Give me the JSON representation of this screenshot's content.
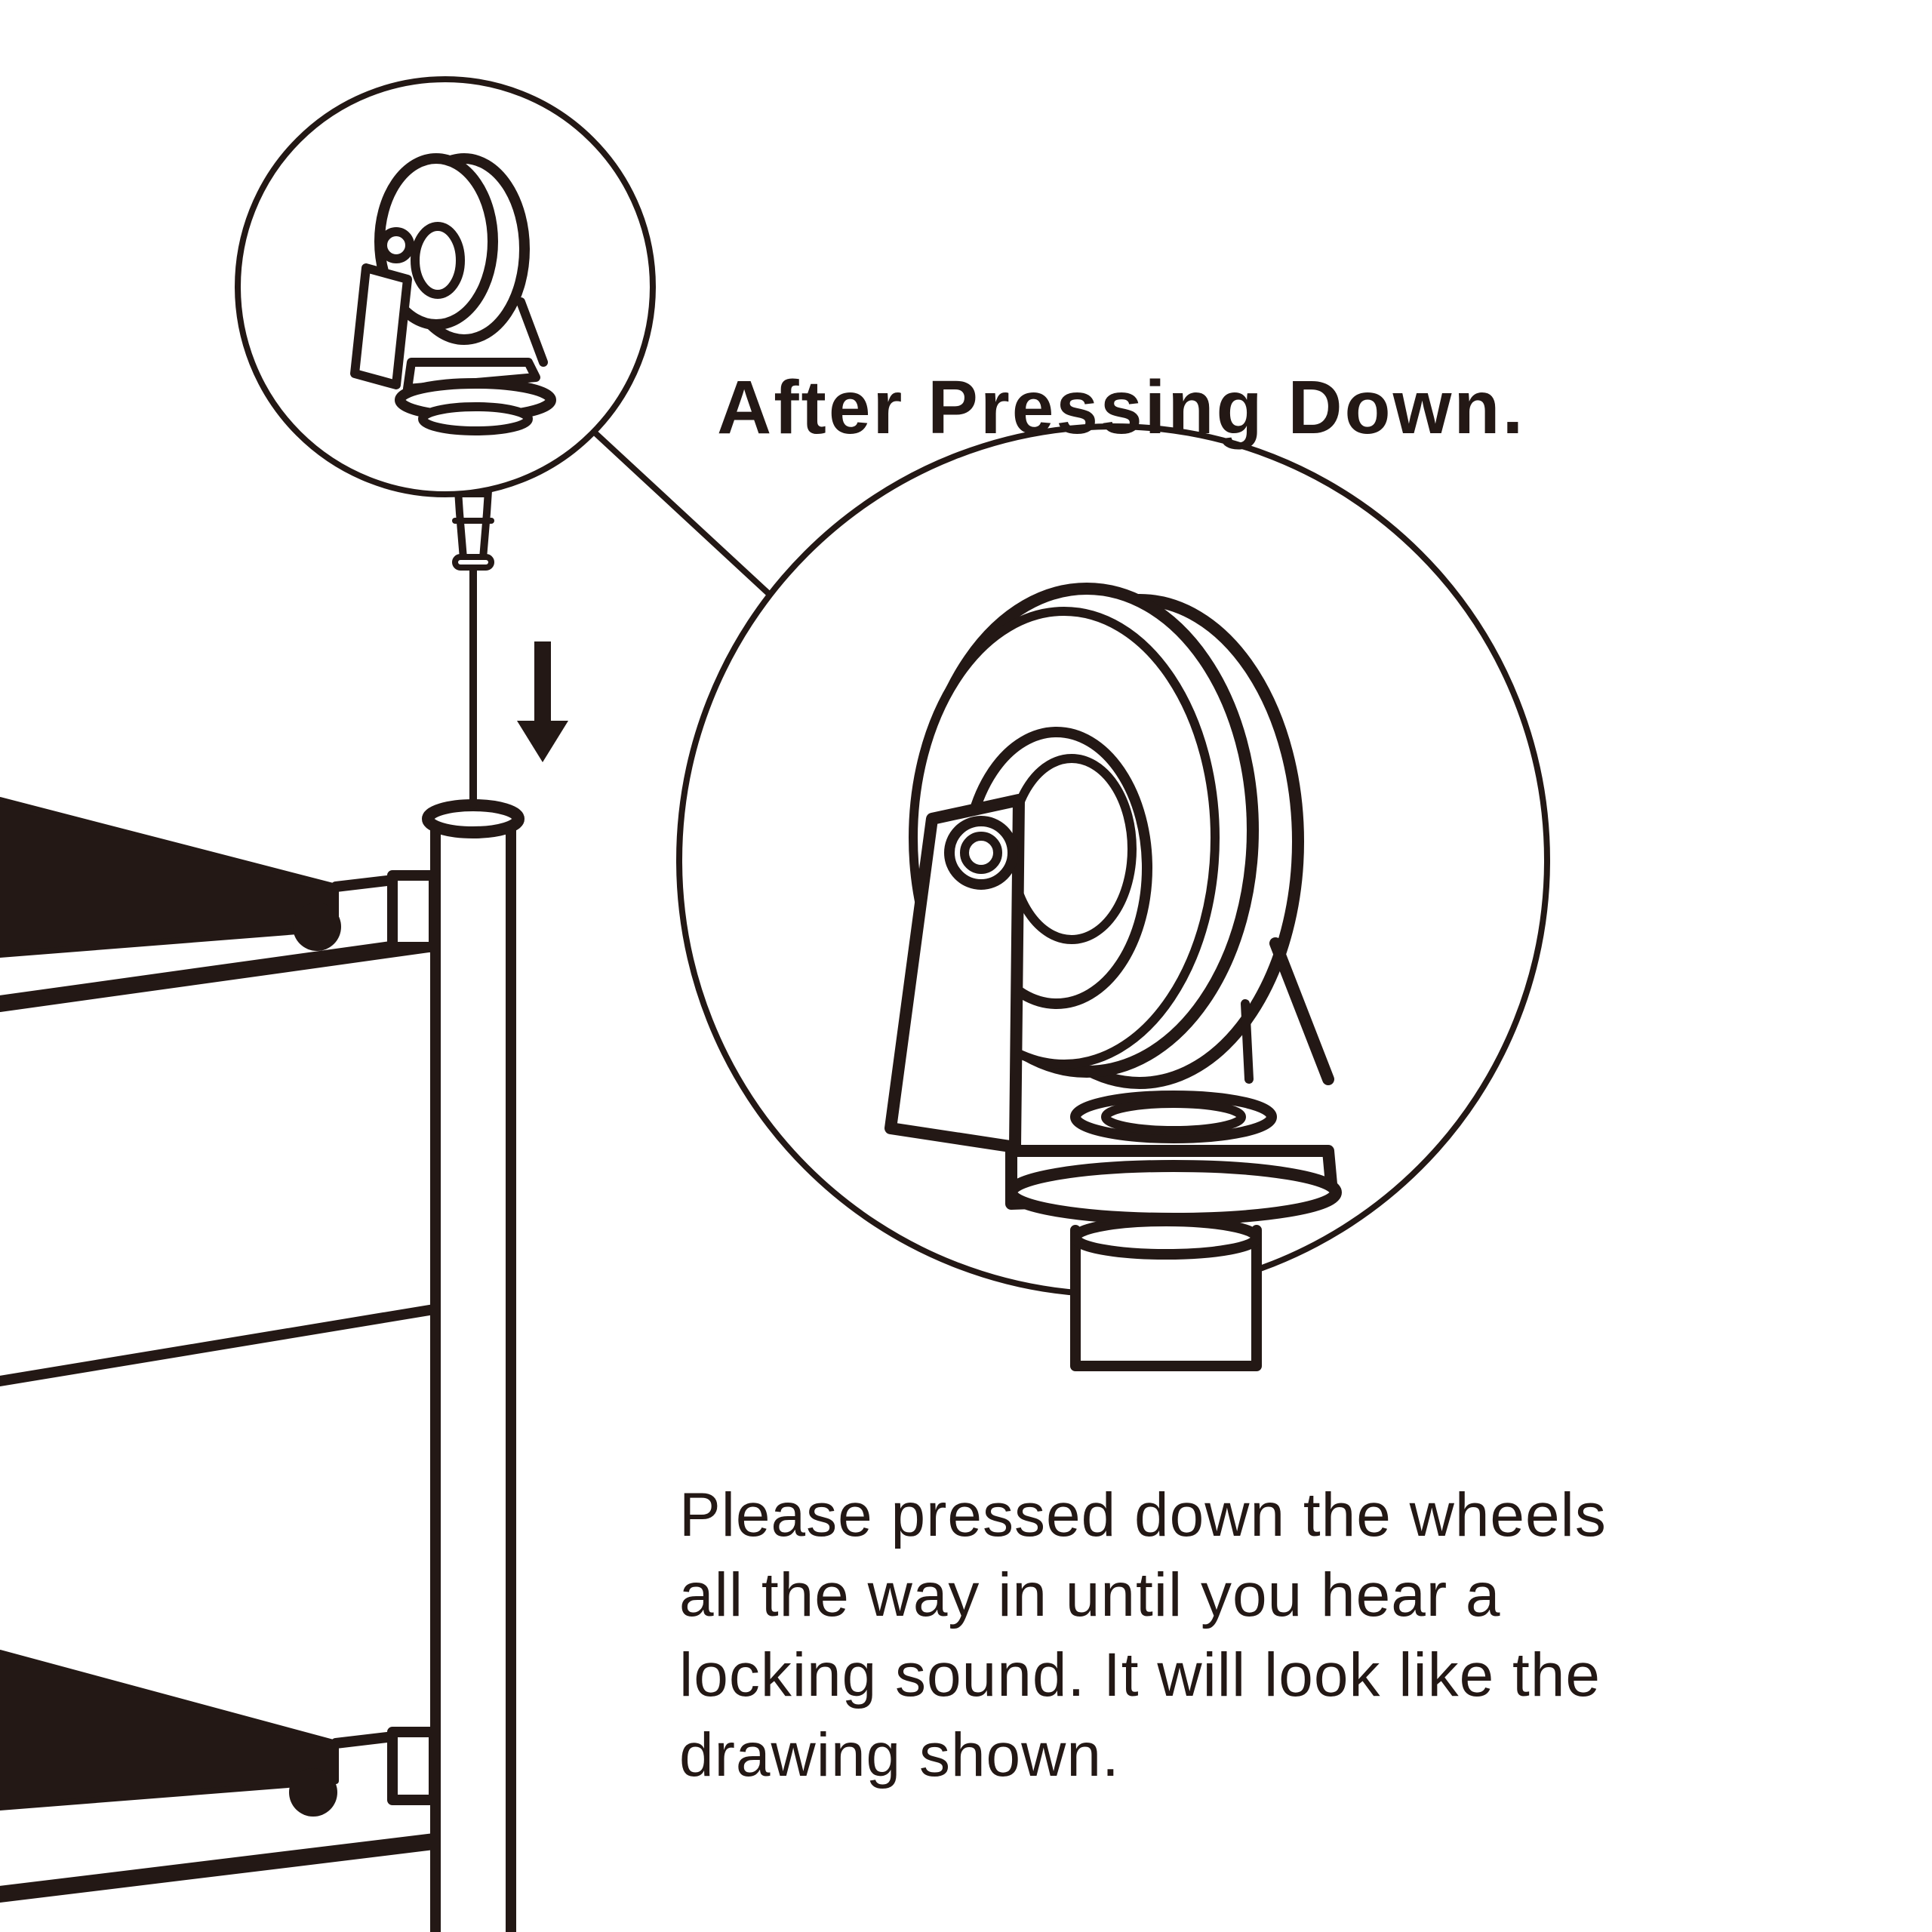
{
  "heading": "After Pressing Down.",
  "instructions": {
    "lines": [
      "Please pressed down the wheels",
      "all the way in until you hear a",
      "locking sound. It will look like the",
      "drawing shown."
    ]
  },
  "colors": {
    "ink": "#231815",
    "background": "#ffffff"
  }
}
